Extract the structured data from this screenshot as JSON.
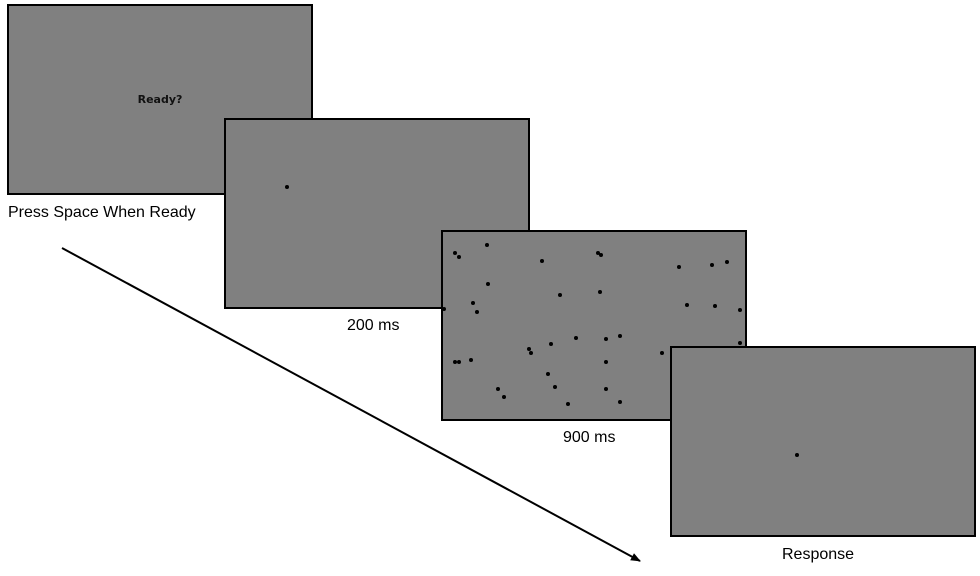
{
  "screens": {
    "ready": {
      "text": "Ready?"
    },
    "fixation": {},
    "dots": {},
    "response": {}
  },
  "captions": {
    "ready": "Press Space When Ready",
    "fixation": "200 ms",
    "dots": "900 ms",
    "response": "Response"
  },
  "colors": {
    "screen_fill": "#808080",
    "border": "#000000",
    "dot": "#000000",
    "background": "#ffffff"
  }
}
